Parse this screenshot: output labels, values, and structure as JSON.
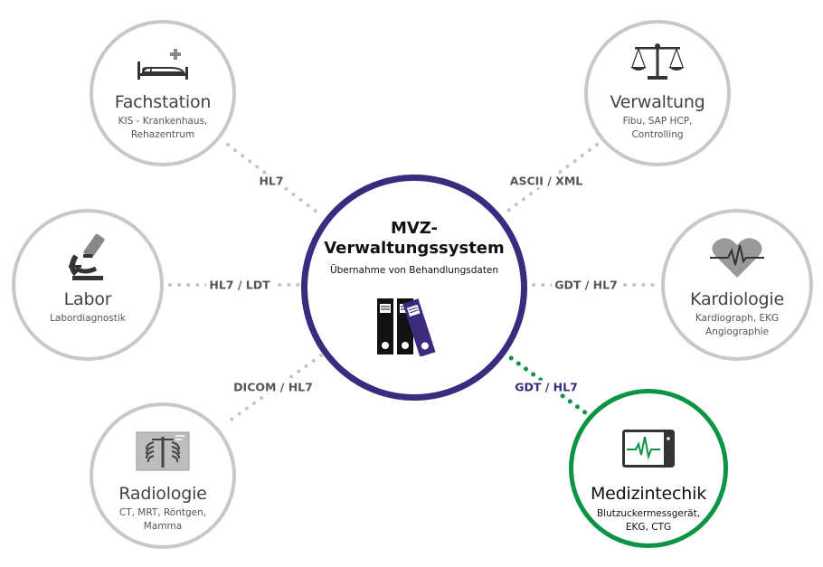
{
  "center": {
    "title_line1": "MVZ-",
    "title_line2": "Verwaltungssystem",
    "subtitle": "Übernahme von Behandlungsdaten",
    "icon": "binders-icon"
  },
  "nodes": {
    "fachstation": {
      "title": "Fachstation",
      "sub1": "KIS - Krankenhaus,",
      "sub2": "Rehazentrum",
      "icon": "hospital-bed-icon"
    },
    "verwaltung": {
      "title": "Verwaltung",
      "sub1": "Fibu, SAP HCP,",
      "sub2": "Controlling",
      "icon": "scales-icon"
    },
    "labor": {
      "title": "Labor",
      "sub1": "Labordiagnostik",
      "sub2": "",
      "icon": "microscope-icon"
    },
    "kardiologie": {
      "title": "Kardiologie",
      "sub1": "Kardiograph, EKG",
      "sub2": "Angiographie",
      "icon": "heart-ecg-icon"
    },
    "radiologie": {
      "title": "Radiologie",
      "sub1": "CT, MRT, Röntgen,",
      "sub2": "Mamma",
      "icon": "xray-icon"
    },
    "medizintechik": {
      "title": "Medizintechik",
      "sub1": "Blutzuckermessgerät,",
      "sub2": "EKG, CTG",
      "icon": "monitor-ecg-icon"
    }
  },
  "edges": {
    "fachstation": "HL7",
    "verwaltung": "ASCII / XML",
    "labor": "HL7 / LDT",
    "kardiologie": "GDT / HL7",
    "radiologie": "DICOM / HL7",
    "medizintechik": "GDT / HL7"
  },
  "colors": {
    "grey_border": "#c8c8c8",
    "dot_grey": "#c4c4c4",
    "center_border": "#3b2a7e",
    "accent_green": "#0a9444",
    "icon_dark": "#333333"
  }
}
